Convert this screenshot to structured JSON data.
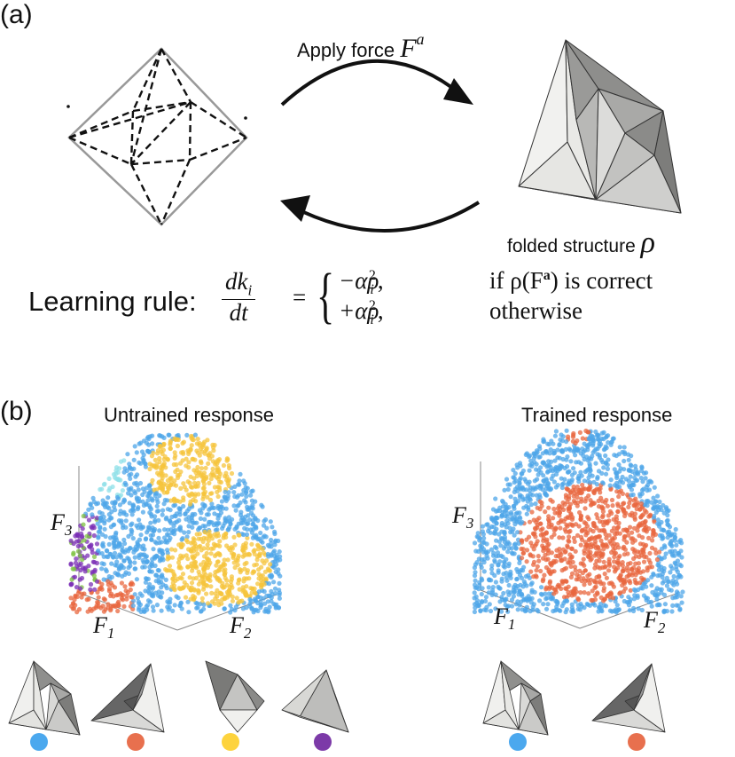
{
  "panel_a": {
    "label": "(a)",
    "arrow_top_label": "Apply force",
    "force_symbol": "F",
    "force_superscript": "a",
    "folded_label": "folded structure",
    "rho_symbol": "ρ",
    "learning_rule_label": "Learning rule:",
    "equation": {
      "lhs_num": "dk",
      "lhs_num_sub": "i",
      "lhs_den": "dt",
      "equals": "=",
      "case1_expr": "−αρ",
      "case1_tail": ",",
      "case1_cond": "if ρ(F",
      "case1_cond_sup": "a",
      "case1_cond_tail": ") is correct",
      "case2_expr": "+αρ",
      "case2_tail": ",",
      "case2_cond": "otherwise",
      "sub_i": "i",
      "sup_2": "2"
    }
  },
  "panel_b": {
    "label": "(b)",
    "left_title": "Untrained response",
    "right_title": "Trained response",
    "axis_f": "F",
    "axis_sub1": "1",
    "axis_sub2": "2",
    "axis_sub3": "3"
  },
  "colors": {
    "blue": "#4da6e8",
    "orange": "#e8673f",
    "yellow": "#f5c43c",
    "purple": "#7b2fb5",
    "green": "#7dc241",
    "cyan": "#8fe0e8",
    "legend_blue": "#4ba8ee",
    "legend_orange": "#e8704e",
    "legend_yellow": "#fdd33d",
    "legend_purple": "#7c3aa8"
  },
  "legend_left": [
    "blue",
    "orange",
    "yellow",
    "purple"
  ],
  "legend_right": [
    "blue",
    "orange"
  ]
}
